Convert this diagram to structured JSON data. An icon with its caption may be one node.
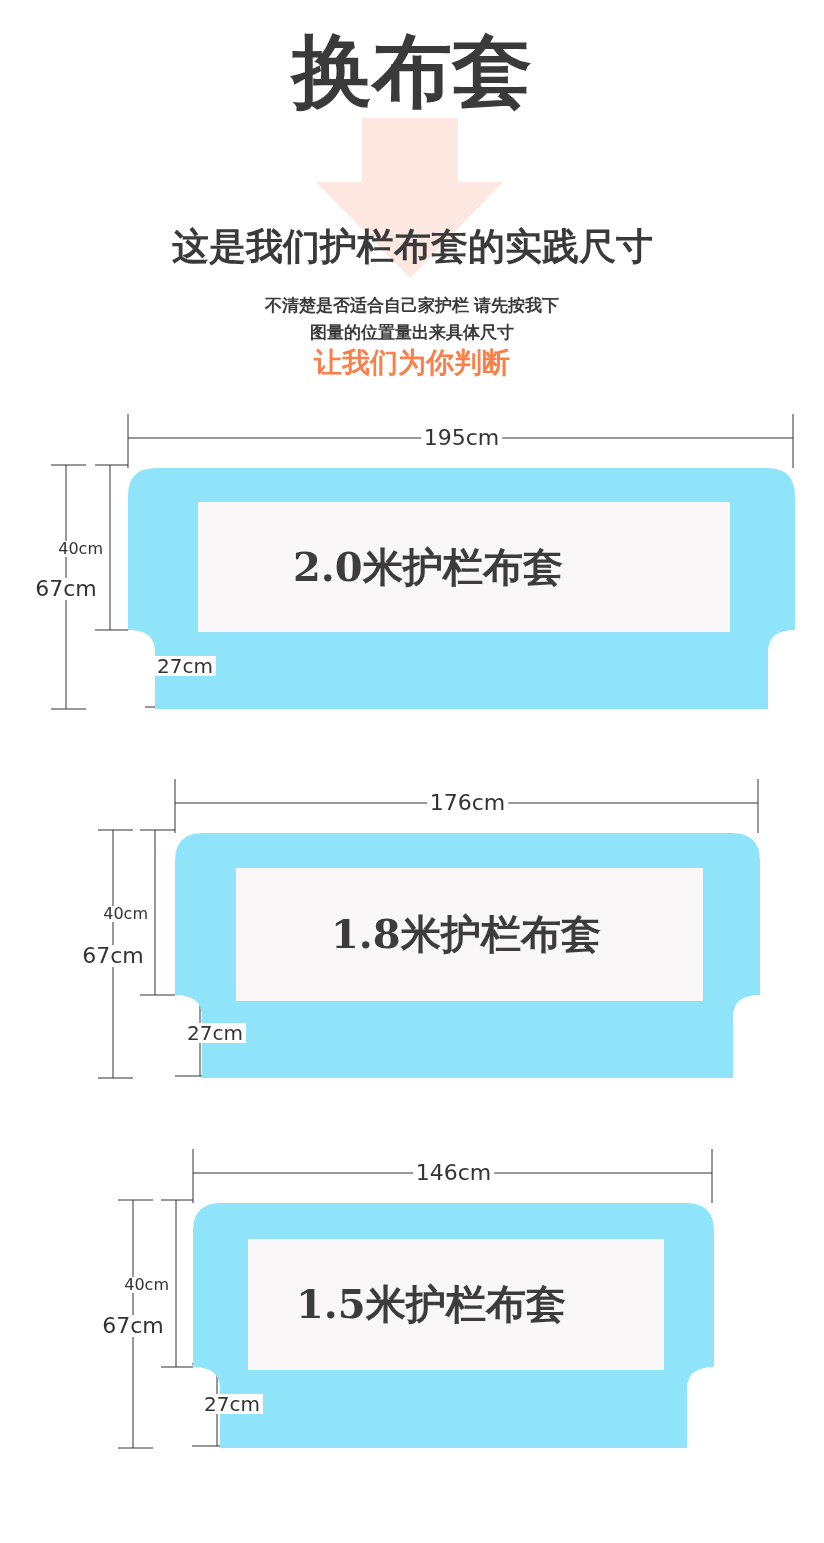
{
  "diagram": {
    "title": "换布套",
    "nodes": [
      {
        "text": [],
        "shape": "box"
      },
      {
        "text": [
          "2.0米护栏布套"
        ],
        "in": 0
      },
      {
        "text": [],
        "shape": "box"
      },
      {
        "text": [
          "1.8米护栏布套"
        ],
        "in": 2
      },
      {
        "text": [],
        "shape": "box"
      },
      {
        "text": [
          "1.5米护栏布套"
        ],
        "in": 4
      }
    ],
    "edges": [],
    "labels": [
      "这是我们护栏布套的实践尺寸",
      "不清楚是否适合自己家护栏 请先按我下图量的位置量出来具体尺寸",
      "让我们为你判断",
      "195cm",
      "40cm",
      "67cm",
      "27cm",
      "176cm",
      "40cm",
      "67cm",
      "27cm",
      "146cm",
      "40cm",
      "67cm",
      "27cm"
    ]
  }
}
